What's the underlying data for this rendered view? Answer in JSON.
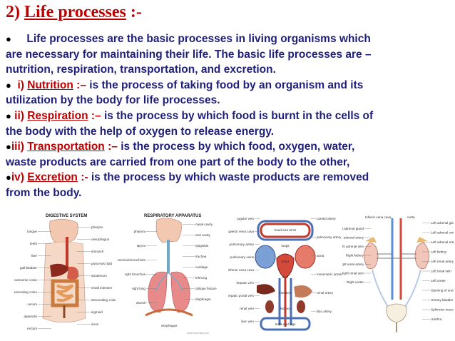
{
  "title": {
    "number": "2)",
    "heading": "Life processes",
    "suffix": ":-"
  },
  "paragraphs": {
    "intro_l1": "Life processes are the basic processes in living organisms which",
    "intro_l2": "are necessary for maintaining their life. The basic life processes are –",
    "intro_l3": "nutrition, respiration, transportation, and excretion.",
    "nutrition_num": "i)",
    "nutrition_term": "Nutrition",
    "nutrition_sep": ":–",
    "nutrition_l1": "is the process of taking food by an organism and its",
    "nutrition_l2": "utilization by the body for life processes.",
    "respiration_num": "ii)",
    "respiration_term": "Respiration",
    "respiration_sep": ":–",
    "respiration_l1": "is the process by which food is burnt in the cells of",
    "respiration_l2": "the body with the help of oxygen to release energy.",
    "transport_num": "iii)",
    "transport_term": "Transportation",
    "transport_sep": ":–",
    "transport_l1": "is the process by which food, oxygen, water,",
    "transport_l2": "waste products are carried from one part of the body to the other,",
    "excretion_num": "iv)",
    "excretion_term": "Excretion",
    "excretion_sep": ":-",
    "excretion_l1": "is the process by which waste products are removed",
    "excretion_l2": "from the body."
  },
  "figures": {
    "digestive": {
      "header": "DIGESTIVE SYSTEM",
      "left_labels": [
        "tongue",
        "teeth",
        "liver",
        "gall-bladder",
        "transverse colon",
        "ascending colon",
        "cecum",
        "appendix",
        "rectum"
      ],
      "right_labels": [
        "pharynx",
        "oesophagus",
        "stomach",
        "pancreas (tail)",
        "duodenum",
        "small intestine",
        "descending colon",
        "sigmoid",
        "anus"
      ]
    },
    "respiratory": {
      "header": "RESPIRATORY APPARATUS",
      "right_labels": [
        "nasal cavity",
        "oral cavity",
        "epiglottis",
        "trachea",
        "cartilage",
        "left lung",
        "oblique fissure",
        "diaphragm"
      ],
      "left_labels": [
        "pharynx",
        "larynx",
        "terminal bronchiole",
        "right bronchus",
        "right lung",
        "alveoli"
      ],
      "bottom_label": "esophagus",
      "watermark": "www.tutorvista.com"
    },
    "circulatory": {
      "labels_left": [
        "jugular vein",
        "superior vena cava",
        "pulmonary artery",
        "pulmonary veins",
        "inferior vena cava",
        "hepatic vein",
        "hepatic portal vein",
        "renal vein",
        "iliac vein"
      ],
      "labels_right": [
        "carotid artery",
        "pulmonary artery",
        "aorta",
        "mesenteric arteries",
        "renal artery",
        "iliac artery"
      ],
      "labels_mid": [
        "head and arms",
        "lungs",
        "heart",
        "liver",
        "intestine",
        "kidney",
        "trunk and legs"
      ]
    },
    "excretory": {
      "top_labels": [
        "Inferior vena cava",
        "Aorta"
      ],
      "left_labels": [
        "Right adrenal gland",
        "Right adrenal artery",
        "Right adrenal vein",
        "Right kidney",
        "Right renal artery",
        "Right renal vein",
        "Right ureter"
      ],
      "right_labels": [
        "Left adrenal gland",
        "Left adrenal vein",
        "Left adrenal artery",
        "Left kidney",
        "Left renal artery",
        "Left renal vein",
        "Left ureter",
        "Opening of ureter",
        "Urinary bladder",
        "Sphincter muscle",
        "Urethra"
      ]
    }
  },
  "colors": {
    "title_red": "#c00000",
    "body_blue": "#1f1f7a"
  }
}
